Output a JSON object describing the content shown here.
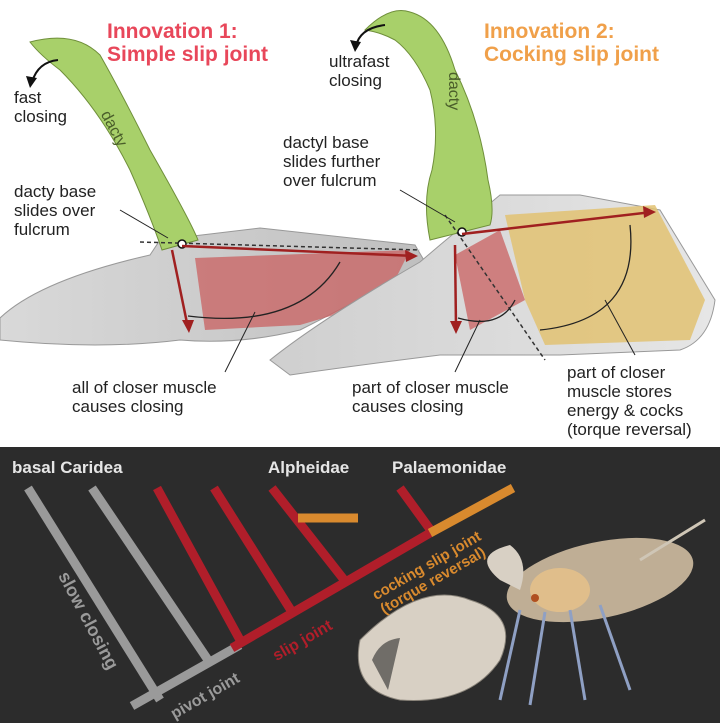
{
  "top": {
    "innovation1": {
      "title": "Innovation 1:\nSimple slip joint",
      "color": "#e8475a"
    },
    "innovation2": {
      "title": "Innovation 2:\nCocking slip joint",
      "color": "#f0a04a"
    },
    "dacty_left": "dacty",
    "dacty_right": "dacty",
    "fast_closing": "fast\nclosing",
    "ultrafast_closing": "ultrafast\nclosing",
    "dacty_base_slides": "dacty base\nslides over\nfulcrum",
    "dactyl_base_slides_further": "dactyl base\nslides further\nover fulcrum",
    "all_closer": "all of closer muscle\ncauses closing",
    "part_closer": "part of closer muscle\ncauses closing",
    "part_stores": "part of closer\nmuscle stores\nenergy & cocks\n(torque reversal)"
  },
  "tree": {
    "basal": "basal Caridea",
    "alpheidae": "Alpheidae",
    "palaemonidae": "Palaemonidae",
    "slow_closing": "slow closing",
    "pivot_joint": "pivot joint",
    "slip_joint": "slip joint",
    "cocking": "cocking slip joint\n(torque reversal)",
    "colors": {
      "gray": "#9a9a9a",
      "red": "#b01e2a",
      "orange": "#d98a2e",
      "bg": "#2c2c2c"
    }
  }
}
